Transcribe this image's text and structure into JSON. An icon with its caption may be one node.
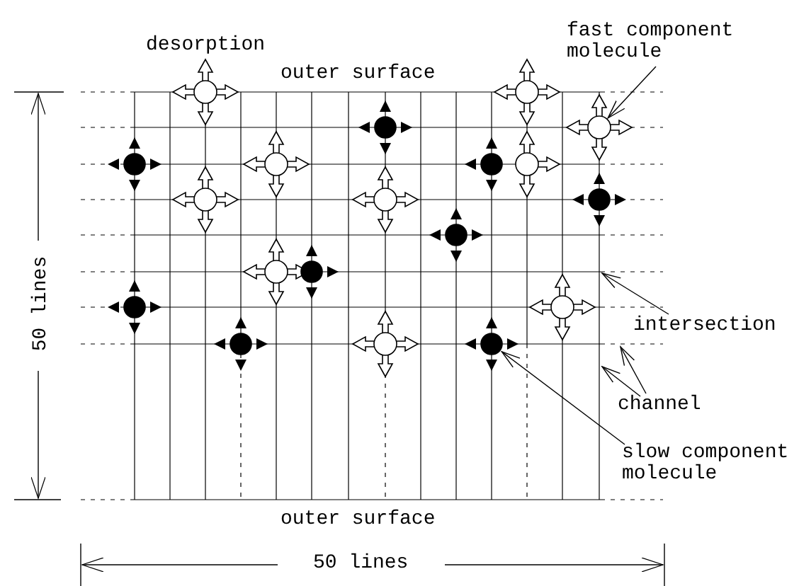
{
  "diagram": {
    "nodes": [
      {
        "text": [
          "fast component molecule"
        ]
      },
      {
        "text": [],
        "shape": "circle"
      },
      {
        "text": [
          "intersection"
        ]
      },
      {
        "text": [
          "channel"
        ]
      },
      {
        "text": [
          "slow component molecule"
        ]
      },
      {
        "text": [],
        "shape": "circle"
      },
      {
        "text": [],
        "shape": "line"
      },
      {
        "text": [],
        "shape": "line"
      }
    ],
    "edges": [
      {
        "from": 0,
        "to": 1,
        "arrow": "to"
      },
      {
        "from": 2,
        "to": 6,
        "arrow": "to"
      },
      {
        "from": 3,
        "to": 7,
        "arrow": "to"
      },
      {
        "from": 3,
        "to": 6,
        "arrow": "to"
      },
      {
        "from": 4,
        "to": 5,
        "arrow": "to"
      }
    ],
    "labels": [
      "desorption",
      "outer surface",
      "50 lines",
      "outer surface",
      "50 lines"
    ]
  }
}
